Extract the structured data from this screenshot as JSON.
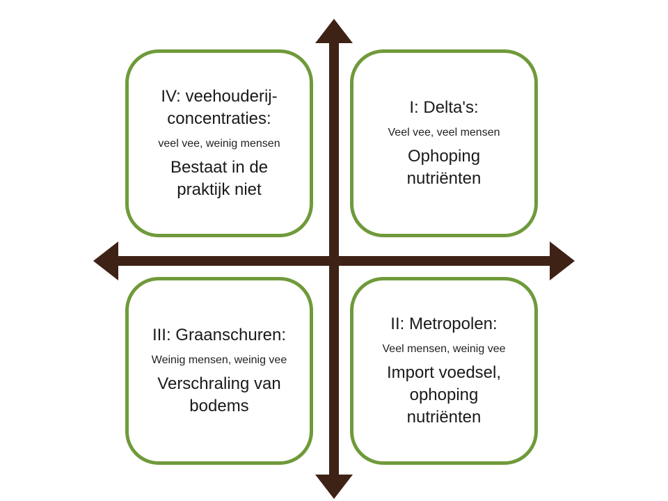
{
  "colors": {
    "axis": "#3e2215",
    "box_border": "#6f9a3a",
    "text": "#1a1a1a"
  },
  "quadrants": {
    "iv": {
      "title": "IV: veehouderij-concentraties:",
      "subtitle": "veel vee, weinig mensen",
      "body": "Bestaat in de praktijk niet"
    },
    "i": {
      "title": "I: Delta's:",
      "subtitle": "Veel vee, veel mensen",
      "body": "Ophoping nutriënten"
    },
    "iii": {
      "title": "III: Graanschuren:",
      "subtitle": "Weinig mensen, weinig vee",
      "body": "Verschraling van bodems"
    },
    "ii": {
      "title": "II: Metropolen:",
      "subtitle": "Veel mensen, weinig vee",
      "body": "Import voedsel, ophoping nutriënten"
    }
  }
}
